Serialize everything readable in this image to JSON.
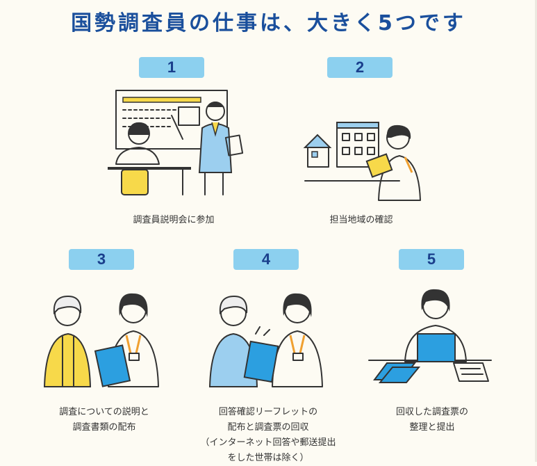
{
  "title": "国勢調査員の仕事は、大きく5つです",
  "steps": [
    {
      "number": "1",
      "caption_lines": [
        "調査員説明会に参加"
      ]
    },
    {
      "number": "2",
      "caption_lines": [
        "担当地域の確認"
      ]
    },
    {
      "number": "3",
      "caption_lines": [
        "調査についての説明と",
        "調査書類の配布"
      ]
    },
    {
      "number": "4",
      "caption_lines": [
        "回答確認リーフレットの",
        "配布と調査票の回収",
        "（インターネット回答や郵送提出",
        "をした世帯は除く）"
      ]
    },
    {
      "number": "5",
      "caption_lines": [
        "回収した調査票の",
        "整理と提出"
      ]
    }
  ],
  "colors": {
    "title": "#1a4f9c",
    "badge_bg": "#8cd0ef",
    "badge_text": "#1a3f8c",
    "yellow": "#f7d94a",
    "blue": "#2c9fe0",
    "light_blue": "#9ccfef",
    "navy": "#1f5a95",
    "orange": "#f0a030"
  },
  "icons": [
    "seminar-illustration",
    "map-check-illustration",
    "distribution-illustration",
    "collection-illustration",
    "organize-illustration"
  ]
}
